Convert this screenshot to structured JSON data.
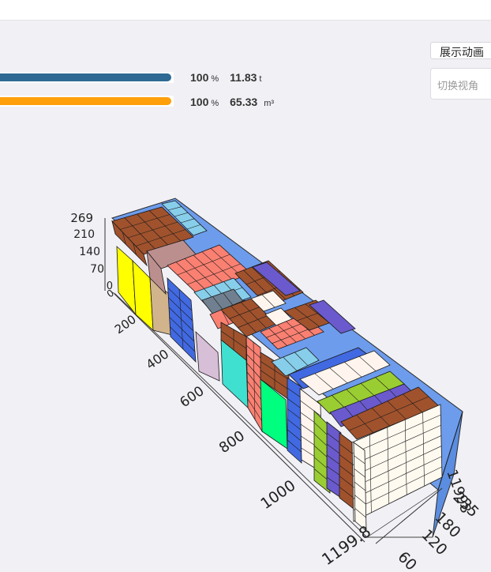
{
  "weight_bar": {
    "percent": "100",
    "percent_unit": "%",
    "value": "11.83",
    "unit": "t",
    "fill": 1.0,
    "color": "#2e6a93"
  },
  "volume_bar": {
    "percent": "100",
    "percent_unit": "%",
    "value": "65.33",
    "unit": "m³",
    "fill": 1.0,
    "color": "#ff9f0a"
  },
  "controls": {
    "animate_label": "展示动画",
    "view_placeholder": "切换视角"
  },
  "axes": {
    "height_ticks": [
      "269",
      "210",
      "140",
      "70",
      "0"
    ],
    "length_ticks": [
      "0",
      "200",
      "400",
      "600",
      "800",
      "1000",
      "1199.8"
    ],
    "width_ticks": [
      "60",
      "120",
      "180",
      "235"
    ],
    "width_end_label": "11998"
  },
  "colors": {
    "container_edge": "#5b8de0",
    "brown": "#a0522d",
    "salmon": "#fa8072",
    "sky": "#87ceeb",
    "yellow": "#ffff00",
    "tan": "#d2b48c",
    "rosy": "#bc8f8f",
    "royal": "#4169e1",
    "thistle": "#d8bfd8",
    "turquoise": "#40e0d0",
    "spring": "#00ff7f",
    "linen": "#fff5ee",
    "yellowgreen": "#9acd32",
    "slateblue": "#6a5acd",
    "slategray": "#708090",
    "white": "#fffaf0"
  }
}
